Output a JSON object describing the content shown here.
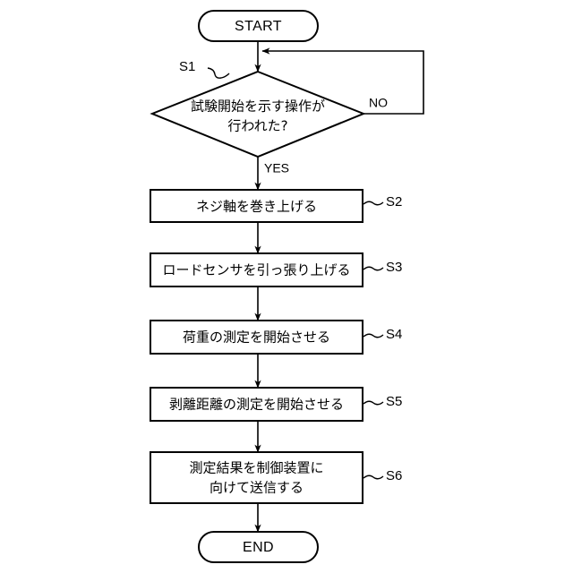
{
  "diagram": {
    "type": "flowchart",
    "orientation": "top-to-bottom",
    "background_color": "#ffffff",
    "line_color": "#000000",
    "start": {
      "label": "START"
    },
    "end": {
      "label": "END"
    },
    "decision": {
      "step_id": "S1",
      "line1": "試験開始を示す操作が",
      "line2": "行われた?",
      "yes_label": "YES",
      "no_label": "NO"
    },
    "steps": [
      {
        "step_id": "S2",
        "line1": "ネジ軸を巻き上げる",
        "line2": ""
      },
      {
        "step_id": "S3",
        "line1": "ロードセンサを引っ張り上げる",
        "line2": ""
      },
      {
        "step_id": "S4",
        "line1": "荷重の測定を開始させる",
        "line2": ""
      },
      {
        "step_id": "S5",
        "line1": "剥離距離の測定を開始させる",
        "line2": ""
      },
      {
        "step_id": "S6",
        "line1": "測定結果を制御装置に",
        "line2": "向けて送信する"
      }
    ]
  }
}
